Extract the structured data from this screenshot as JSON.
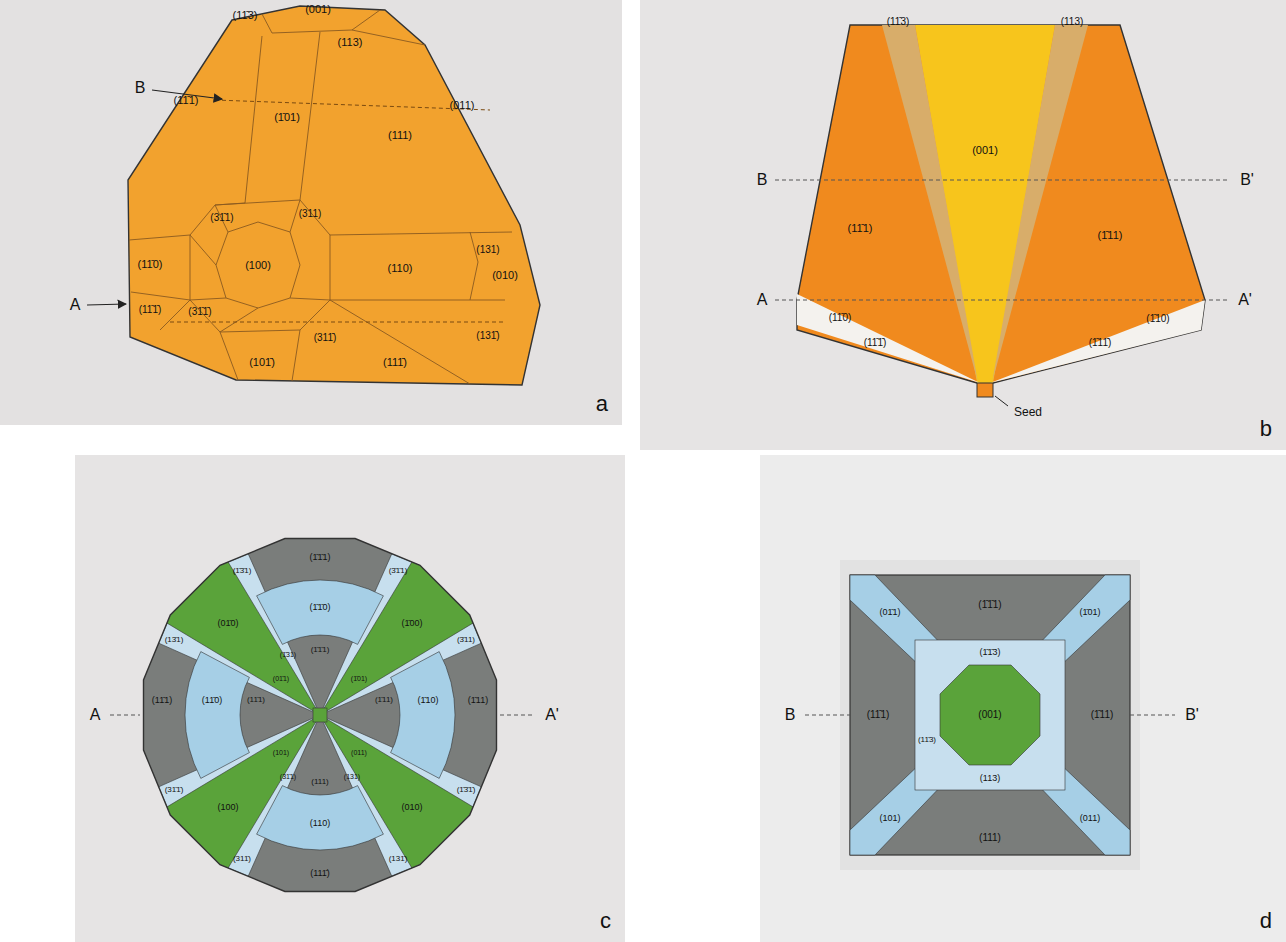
{
  "diagram": {
    "nodes": [
      {
        "text": [
          "a"
        ]
      },
      {
        "text": [
          "b"
        ]
      },
      {
        "text": [
          "c"
        ]
      },
      {
        "text": [
          "d"
        ]
      }
    ],
    "labels": [
      "(11̄3)",
      "(001)",
      "(113)",
      "B",
      "(1̄01)",
      "(011)",
      "(11̄1)",
      "(111)",
      "(31̄1)",
      "(311)",
      "(131)",
      "(11̄0)",
      "(100)",
      "(110)",
      "(010)",
      "A",
      "(11̄1̄)",
      "(31̄1̄)",
      "(311̄)",
      "(131̄)",
      "(111̄)",
      "(101̄)",
      "(11̄3)",
      "(113)",
      "B",
      "B'",
      "(001)",
      "(11̄1)",
      "(1̄11)",
      "(11̄0)",
      "(1̄10)",
      "A",
      "A'",
      "(11̄1̄)",
      "(1̄11̄)",
      "Seed",
      "(1̄1̄1)",
      "(1̄3̄1)",
      "(3̄1̄1)",
      "(01̄0)",
      "(1̄00)",
      "(1̄1̄0)",
      "(13̄1)",
      "(3̄11)",
      "(1̄1̄1)",
      "(1̄31)",
      "(01̄1)",
      "(1̄01)",
      "A",
      "(11̄1)",
      "(11̄0)",
      "(11̄1)",
      "(1̄11)",
      "(1̄10)",
      "(1̄11)",
      "A'",
      "(101)",
      "(011)",
      "(31̄1)",
      "(131)",
      "(111)",
      "(31̄1̄)",
      "(1̄3̄1̄)",
      "(100)",
      "(010)",
      "(110)",
      "(311̄)",
      "(131̄)",
      "(111̄)",
      "(1̄1̄1)",
      "(01̄1)",
      "(1̄01)",
      "(1̄1̄3)",
      "B",
      "(11̄1)",
      "(001)",
      "(1̄11)",
      "B'",
      "(11̄3)",
      "(113)",
      "(101)",
      "(011)",
      "(111)"
    ]
  }
}
